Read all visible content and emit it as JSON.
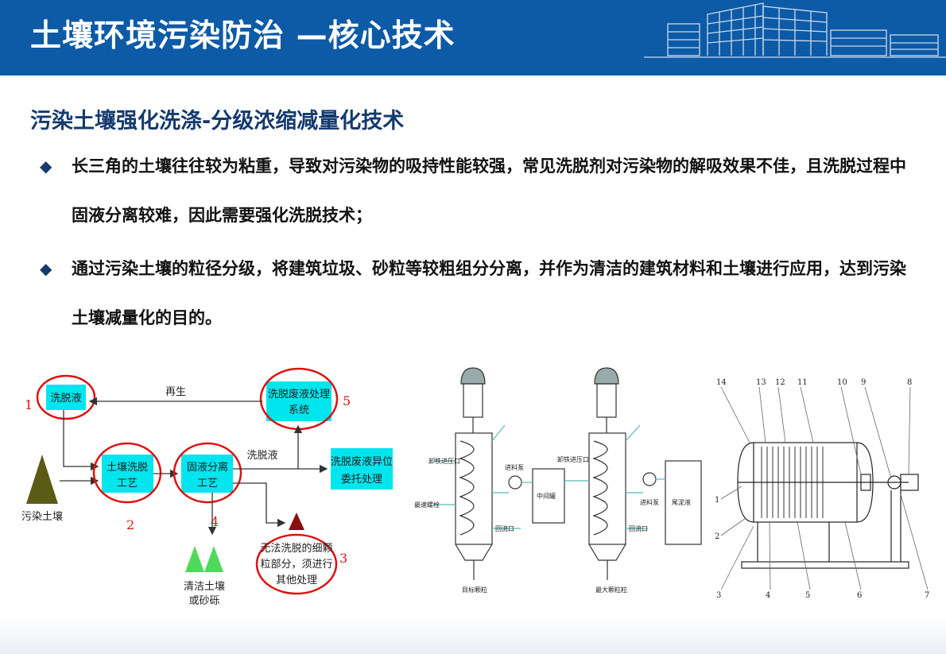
{
  "header": {
    "title": "土壤环境污染防治 —核心技术"
  },
  "subtitle": "污染土壤强化洗涤-分级浓缩减量化技术",
  "bullets": [
    "长三角的土壤往往较为粘重，导致对污染物的吸持性能较强，常见洗脱剂对污染物的解吸效果不佳，且洗脱过程中固液分离较难，因此需要强化洗脱技术；",
    "通过污染土壤的粒径分级，将建筑垃圾、砂粒等较粗组分分离，并作为清洁的建筑材料和土壤进行应用，达到污染土壤减量化的目的。"
  ],
  "flow": {
    "n1": "1",
    "n2": "2",
    "n3": "3",
    "n4": "4",
    "n5": "5",
    "eluent": "洗脱液",
    "regen": "再生",
    "waste_sys_1": "洗脱废液处理",
    "waste_sys_2": "系统",
    "soil_wash_1": "土壤洗脱",
    "soil_wash_2": "工艺",
    "sep_1": "固液分离",
    "sep_2": "工艺",
    "eluent_flow": "洗脱液",
    "offsite_1": "洗脱废液异位",
    "offsite_2": "委托处理",
    "polluted_soil": "污染土壤",
    "clean_1": "清洁土壤",
    "clean_2": "或砂砾",
    "fine_1": "无法洗脱的细颗",
    "fine_2": "粒部分，须进行",
    "fine_3": "其他处理"
  },
  "equip": {
    "inlet1": "卸铁进压口",
    "outlet1": "最速螺栓",
    "pump1": "进料泵",
    "tank": "中间罐",
    "inlet2": "卸铁进压口",
    "pump2": "进料泵",
    "tank2": "尾泥液",
    "port1": "回流口",
    "port2": "回流口",
    "bottom1": "目标颗粒",
    "bottom2": "最大颗粒粒"
  },
  "press_labels": [
    "14",
    "13",
    "12",
    "11",
    "10",
    "9",
    "8",
    "1",
    "2",
    "3",
    "4",
    "5",
    "6",
    "7"
  ],
  "colors": {
    "header": "#0d5aa7",
    "box": "#00e5ee",
    "ring": "#e01010",
    "triangle_dark": "#5b5a16",
    "triangle_green": "#4fd95a",
    "fine_triangle": "#8a1010"
  }
}
